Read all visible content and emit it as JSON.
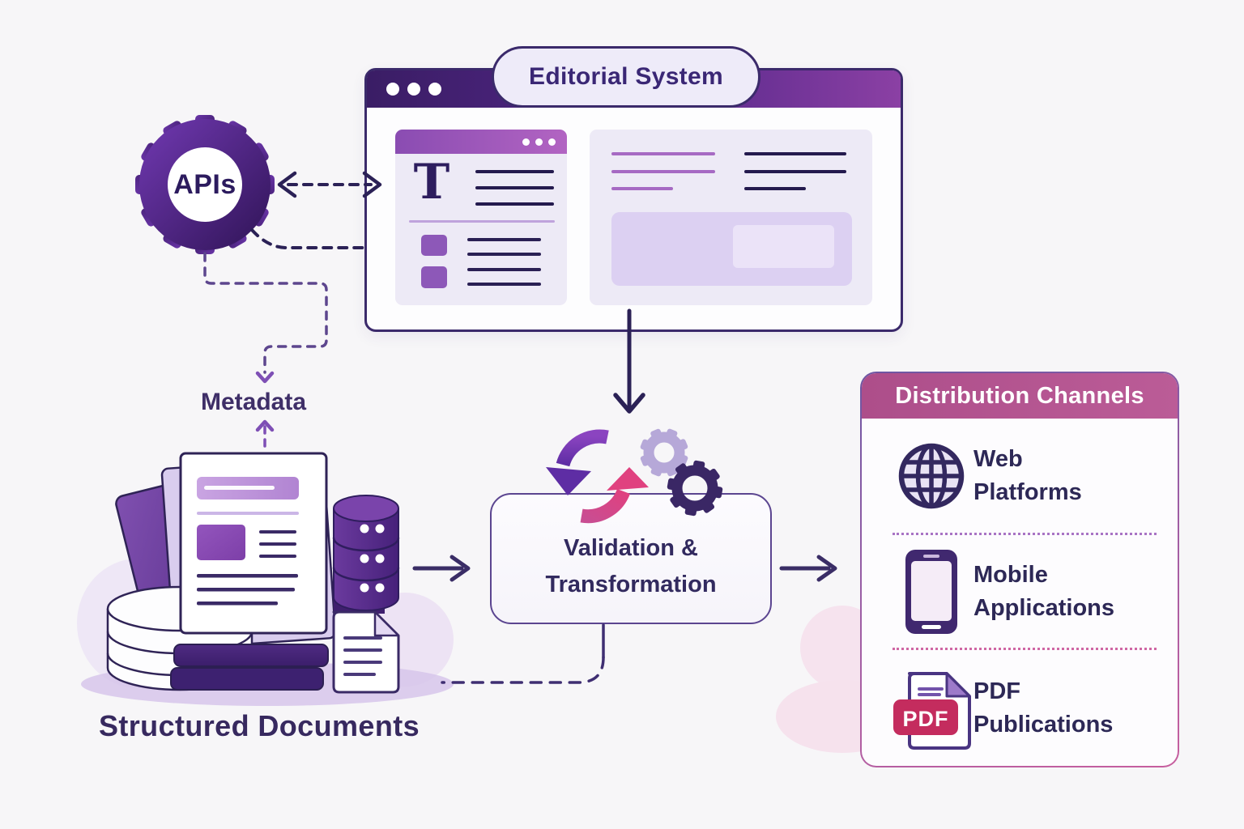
{
  "apis": {
    "label": "APIs"
  },
  "editorial": {
    "title": "Editorial System",
    "editor_glyph": "T"
  },
  "metadata": {
    "label": "Metadata"
  },
  "documents": {
    "label": "Structured Documents"
  },
  "validation": {
    "title": "Validation & Transformation",
    "line1": "Validation &",
    "line2": "Transformation"
  },
  "distribution": {
    "title": "Distribution Channels",
    "pdf_badge": "PDF",
    "channels": [
      {
        "label": "Web Platforms",
        "icon": "globe-icon"
      },
      {
        "label": "Mobile Applications",
        "icon": "smartphone-icon"
      },
      {
        "label": "PDF Publications",
        "icon": "pdf-file-icon"
      }
    ]
  },
  "colors": {
    "accent_purple": "#5b2d8e",
    "accent_pink": "#d6417f",
    "distribution_header_pink": "#b3548f",
    "pdf_badge_red": "#c42c5e",
    "dark_text": "#322a5f",
    "titlebar_gradient_start": "#3a1d65",
    "titlebar_gradient_end": "#8b40a4"
  }
}
